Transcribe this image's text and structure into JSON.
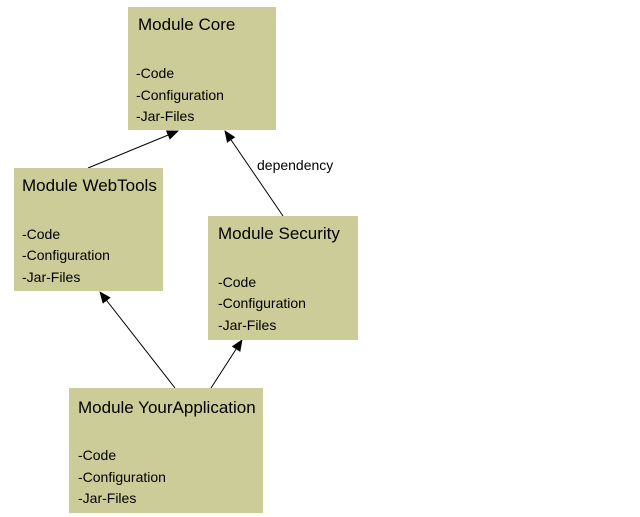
{
  "modules": [
    {
      "id": "core",
      "title": "Module Core",
      "items": [
        "-Code",
        "-Configuration",
        "-Jar-Files"
      ]
    },
    {
      "id": "webtools",
      "title": "Module WebTools",
      "items": [
        "-Code",
        "-Configuration",
        "-Jar-Files"
      ]
    },
    {
      "id": "security",
      "title": "Module Security",
      "items": [
        "-Code",
        "-Configuration",
        "-Jar-Files"
      ]
    },
    {
      "id": "app",
      "title": "Module YourApplication",
      "items": [
        "-Code",
        "-Configuration",
        "-Jar-Files"
      ]
    }
  ],
  "edges": [
    {
      "from": "webtools",
      "to": "core",
      "label": ""
    },
    {
      "from": "security",
      "to": "core",
      "label": "dependency"
    },
    {
      "from": "app",
      "to": "webtools",
      "label": ""
    },
    {
      "from": "app",
      "to": "security",
      "label": ""
    }
  ],
  "colors": {
    "box_fill": "#cccc99",
    "arrow": "#000000",
    "background": "#ffffff"
  }
}
